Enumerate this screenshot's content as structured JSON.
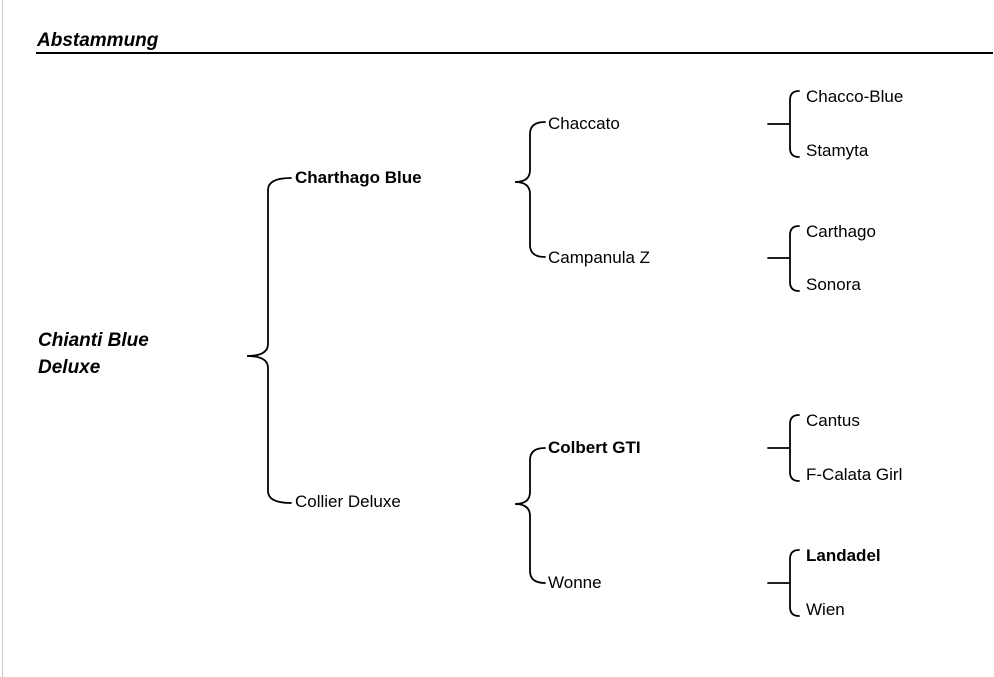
{
  "title": "Abstammung",
  "colors": {
    "text": "#000000",
    "background": "#ffffff"
  },
  "pedigree": {
    "nodes": {
      "subject": {
        "name": "Chianti Blue Deluxe",
        "bold": true,
        "italic": true
      },
      "sire": {
        "name": "Charthago Blue",
        "bold": true
      },
      "dam": {
        "name": "Collier Deluxe",
        "bold": false
      },
      "sire_sire": {
        "name": "Chaccato",
        "bold": false
      },
      "sire_dam": {
        "name": "Campanula Z",
        "bold": false
      },
      "dam_sire": {
        "name": "Colbert GTI",
        "bold": true
      },
      "dam_dam": {
        "name": "Wonne",
        "bold": false
      },
      "sire_sire_sire": {
        "name": "Chacco-Blue",
        "bold": false
      },
      "sire_sire_dam": {
        "name": "Stamyta",
        "bold": false
      },
      "sire_dam_sire": {
        "name": "Carthago",
        "bold": false
      },
      "sire_dam_dam": {
        "name": "Sonora",
        "bold": false
      },
      "dam_sire_sire": {
        "name": "Cantus",
        "bold": false
      },
      "dam_sire_dam": {
        "name": "F-Calata Girl",
        "bold": false
      },
      "dam_dam_sire": {
        "name": "Landadel",
        "bold": true
      },
      "dam_dam_dam": {
        "name": "Wien",
        "bold": false
      }
    }
  }
}
